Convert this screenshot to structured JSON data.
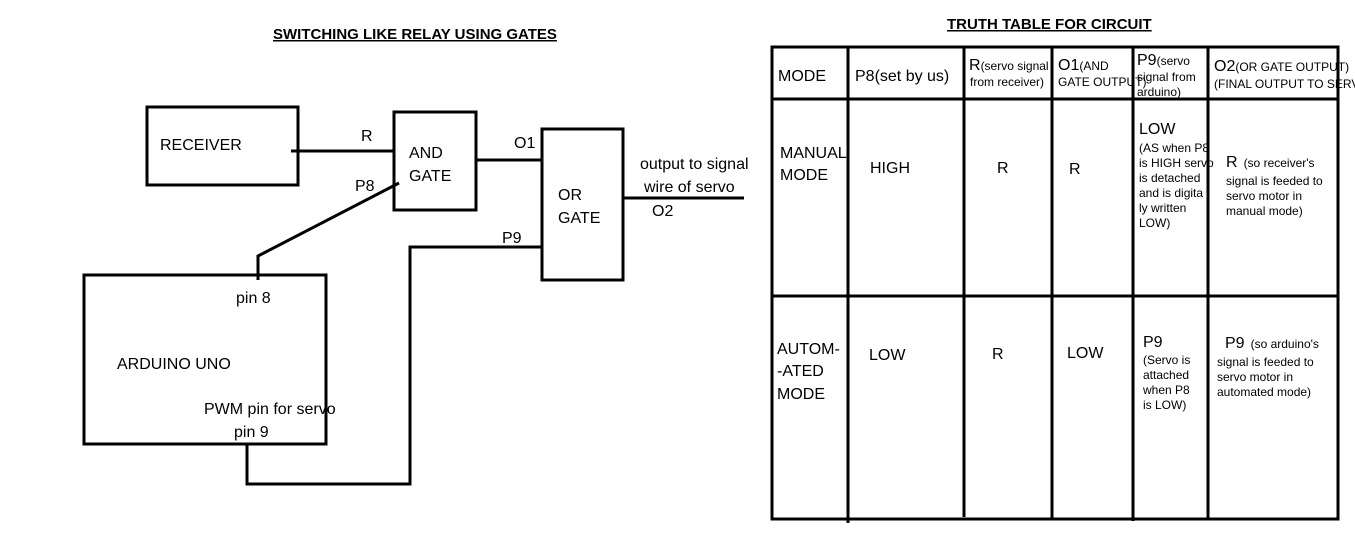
{
  "circuit": {
    "title": "SWITCHING LIKE RELAY USING GATES",
    "receiver": "RECEIVER",
    "and_gate": [
      "AND",
      "GATE"
    ],
    "or_gate": [
      "OR",
      "GATE"
    ],
    "arduino": "ARDUINO UNO",
    "pin8": "pin 8",
    "pwm_label": "PWM pin for servo",
    "pin9": "pin 9",
    "sig_r": "R",
    "sig_p8": "P8",
    "sig_o1": "O1",
    "sig_p9": "P9",
    "sig_o2": "O2",
    "output_text": [
      "output to signal",
      "wire of servo"
    ]
  },
  "table": {
    "title": "TRUTH TABLE FOR CIRCUIT",
    "headers": {
      "mode": "MODE",
      "p8": "P8(set by us)",
      "r_big": "R",
      "r_small_1": "(servo signal",
      "r_small_2": "from receiver)",
      "o1_big": "O1",
      "o1_small_1": "(AND",
      "o1_small_2": "GATE OUTPUT)",
      "p9_big": "P9",
      "p9_small_1": "(servo",
      "p9_small_2": "signal from",
      "p9_small_3": "arduino)",
      "o2_big": "O2",
      "o2_small_1": "(OR GATE OUTPUT)",
      "o2_small_2": "(FINAL OUTPUT TO SERVO)"
    },
    "rows": [
      {
        "mode": [
          "MANUAL",
          "MODE"
        ],
        "p8": "HIGH",
        "r": "R",
        "o1": "R",
        "p9_big": "LOW",
        "p9_note": [
          "(AS when P8",
          "is HIGH servo",
          "is detached",
          "and is digita",
          "ly written",
          "LOW)"
        ],
        "o2_big": "R",
        "o2_note_first": "(so receiver's",
        "o2_note": [
          "signal is feeded to",
          "servo motor in",
          "manual mode)"
        ]
      },
      {
        "mode": [
          "AUTOM-",
          "-ATED",
          "MODE"
        ],
        "p8": "LOW",
        "r": "R",
        "o1": "LOW",
        "p9_big": "P9",
        "p9_note": [
          "(Servo is",
          "attached",
          "when P8",
          "is LOW)"
        ],
        "o2_big": "P9",
        "o2_note_first": "(so arduino's",
        "o2_note": [
          "signal is feeded to",
          "servo motor in",
          "automated mode)"
        ]
      }
    ]
  }
}
